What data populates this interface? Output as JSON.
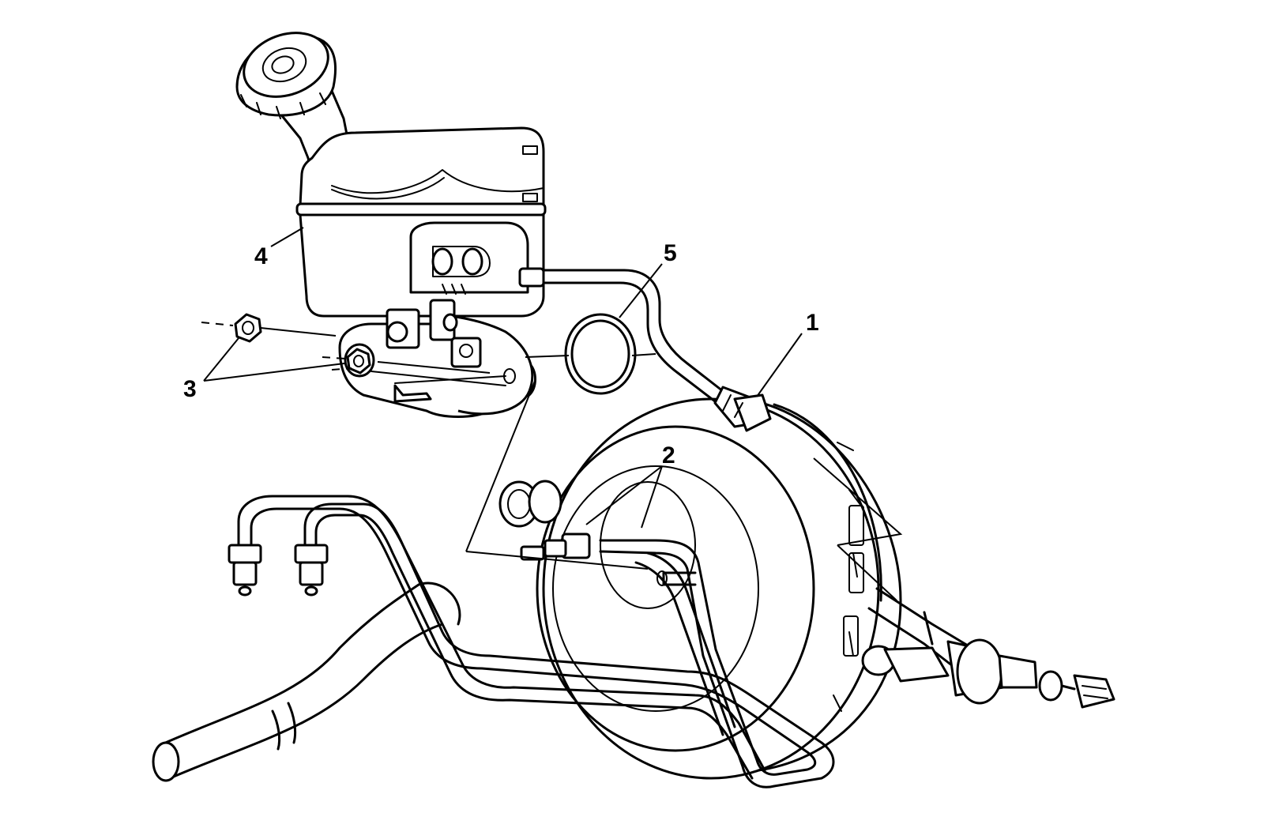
{
  "callouts": {
    "c1": "1",
    "c2": "2",
    "c3": "3",
    "c4": "4",
    "c5": "5"
  },
  "colors": {
    "stroke": "#000000",
    "background": "#ffffff"
  }
}
